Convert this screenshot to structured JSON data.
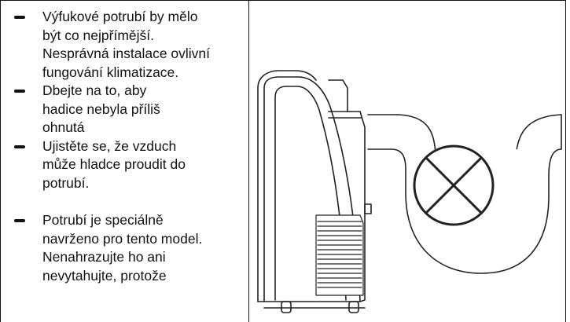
{
  "bullets": [
    {
      "lines": [
        "Výfukové potrubí by mělo",
        "být co nejpřímější.",
        "Nesprávná instalace ovlivní",
        "fungování klimatizace."
      ]
    },
    {
      "lines": [
        "Dbejte na to, aby",
        "hadice nebyla příliš",
        "ohnutá"
      ]
    },
    {
      "lines": [
        "Ujistěte se, že vzduch",
        "může hladce proudit do",
        "potrubí."
      ]
    },
    {
      "lines": [
        "Potrubí je speciálně",
        "navrženo pro tento model.",
        "Nenahrazujte ho ani",
        "nevytahujte, protože"
      ]
    }
  ],
  "illustration": {
    "subject": "portable air conditioner with exhaust hose bent into a U-shape",
    "mark": "crossed-circle-prohibited-icon"
  }
}
